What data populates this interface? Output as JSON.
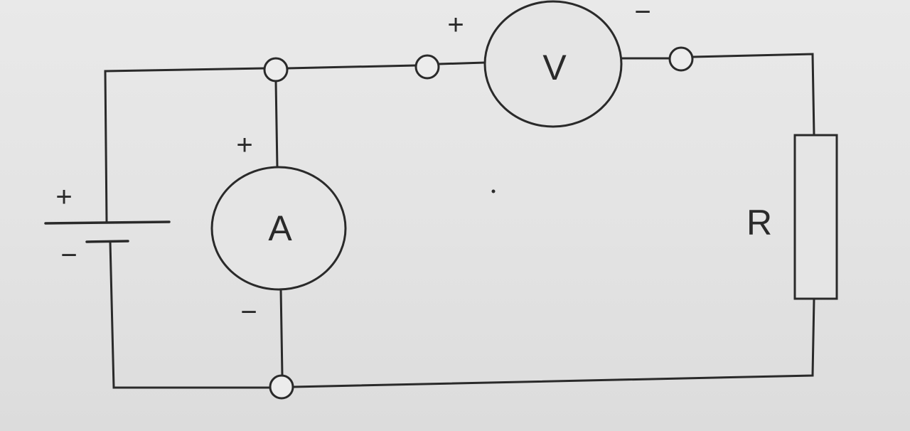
{
  "diagram": {
    "ammeter_label": "A",
    "voltmeter_label": "V",
    "resistor_label": "R",
    "battery_plus": "+",
    "battery_minus": "−",
    "ammeter_plus": "+",
    "ammeter_minus": "−",
    "voltmeter_plus": "+",
    "voltmeter_minus": "−"
  }
}
